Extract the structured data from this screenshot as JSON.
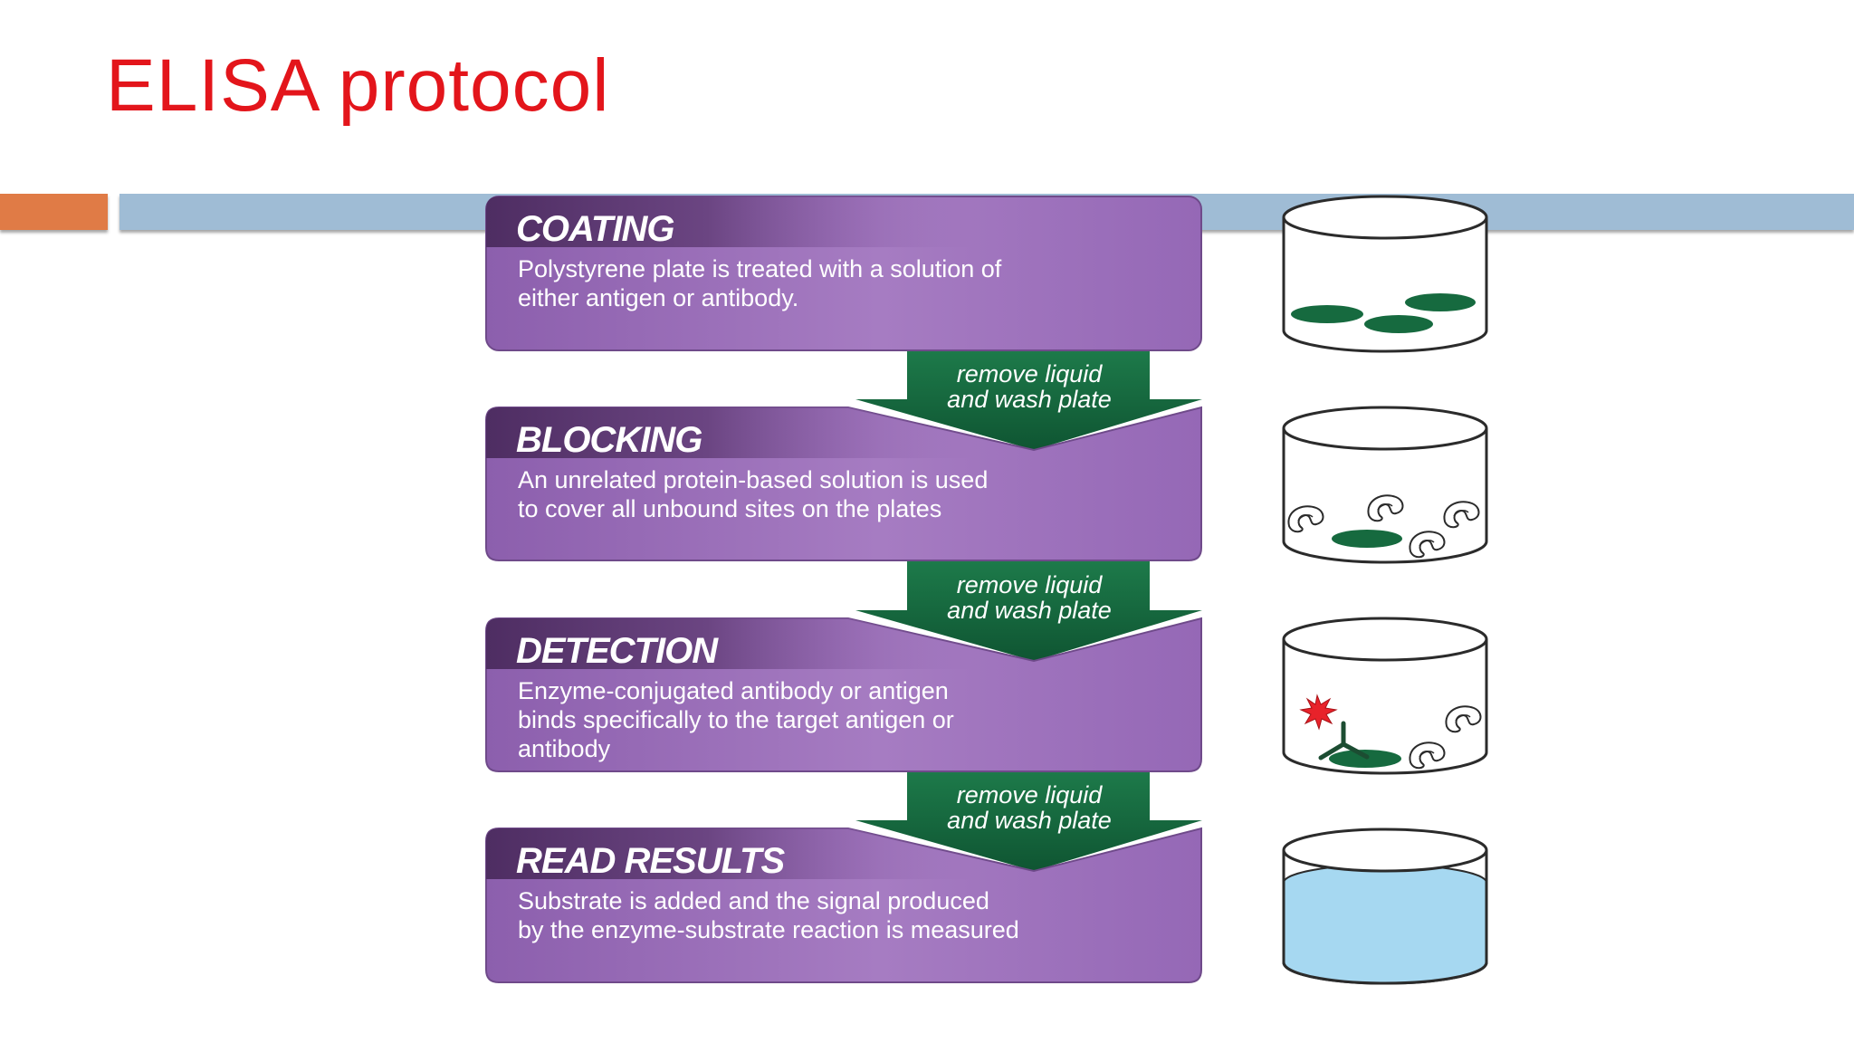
{
  "slide": {
    "title": "ELISA protocol"
  },
  "steps": [
    {
      "heading": "COATING",
      "description": [
        "Polystyrene plate is treated with a solution of",
        "either antigen or antibody."
      ]
    },
    {
      "heading": "BLOCKING",
      "description": [
        "An unrelated protein-based solution is used",
        "to cover all unbound sites on the plates"
      ]
    },
    {
      "heading": "DETECTION",
      "description": [
        "Enzyme-conjugated antibody or antigen",
        "binds specifically to the target antigen or",
        "antibody"
      ]
    },
    {
      "heading": "READ RESULTS",
      "description": [
        "Substrate is added and the signal produced",
        "by the enzyme-substrate reaction is measured"
      ]
    }
  ],
  "wash_arrows": [
    {
      "lines": [
        "remove liquid",
        "and wash plate"
      ]
    },
    {
      "lines": [
        "remove liquid",
        "and wash plate"
      ]
    },
    {
      "lines": [
        "remove liquid",
        "and wash plate"
      ]
    }
  ],
  "wells": [
    {
      "name": "coated-well",
      "contents": [
        "antigen-spot-icon"
      ]
    },
    {
      "name": "blocked-well",
      "contents": [
        "antigen-spot-icon",
        "blocking-protein-icon"
      ]
    },
    {
      "name": "detection-well",
      "contents": [
        "antigen-spot-icon",
        "blocking-protein-icon",
        "antibody-icon",
        "enzyme-star-icon"
      ]
    },
    {
      "name": "substrate-well",
      "contents": [
        "substrate-liquid"
      ]
    }
  ],
  "colors": {
    "title": "#e3151b",
    "accent_orange": "#e07b46",
    "accent_blue": "#9fbcd5",
    "step_box": "#9b70b9",
    "step_header": "#5e3c73",
    "wash_arrow": "#166a3f",
    "antigen_spot": "#166a3f",
    "substrate": "#a6d8f1",
    "enzyme": "#e8222a"
  }
}
